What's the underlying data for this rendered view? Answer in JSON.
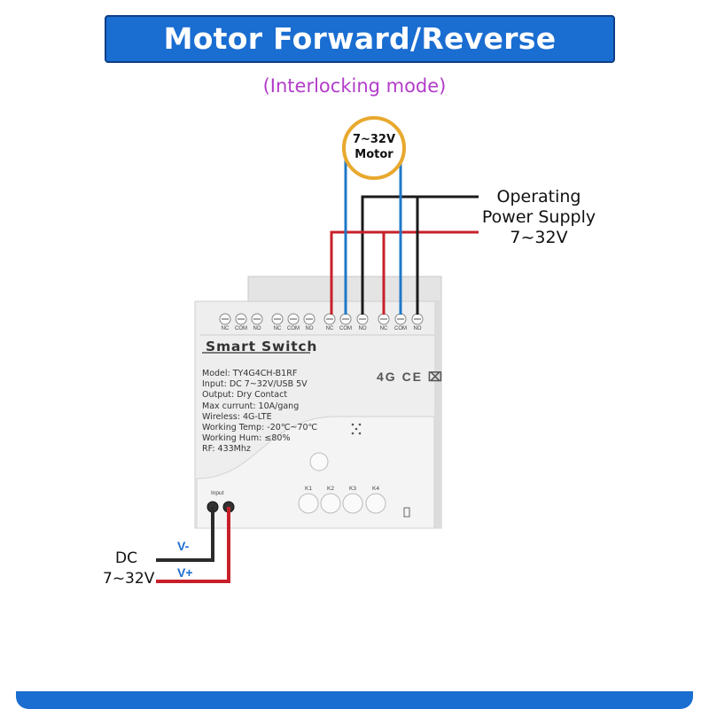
{
  "title": "Motor Forward/Reverse Control",
  "subtitle": "(Interlocking mode)",
  "motor": {
    "voltage": "7~32V",
    "label": "Motor"
  },
  "power_supply": {
    "line1": "Operating",
    "line2": "Power Supply",
    "line3": "7~32V"
  },
  "dc_input": {
    "line1": "DC",
    "line2": "7~32V",
    "neg": "V-",
    "pos": "V+"
  },
  "device": {
    "brand": "Smart Switch",
    "specs": [
      "Model:  TY4G4CH-B1RF",
      "Input:  DC 7~32V/USB 5V",
      "Output:  Dry Contact",
      "Max currunt:  10A/gang",
      "Wireless:  4G-LTE",
      "Working Temp:  -20℃~70℃",
      "Working Hum:  ≤80%",
      "RF:  433Mhz"
    ],
    "certs": "4G CE ⌧",
    "input_label": "Input",
    "terminals": [
      "NC",
      "COM",
      "NO",
      "NC",
      "COM",
      "NO",
      "NC",
      "COM",
      "NO",
      "NC",
      "COM",
      "NO"
    ],
    "keys": [
      "K1",
      "K2",
      "K3",
      "K4"
    ]
  },
  "colors": {
    "banner": "#1a6dd1",
    "subtitle": "#b23cc9",
    "wire_blue": "#1f78c8",
    "wire_red": "#c8202a",
    "wire_black": "#1a1a1a",
    "motor_ring": "#e8a92e"
  }
}
